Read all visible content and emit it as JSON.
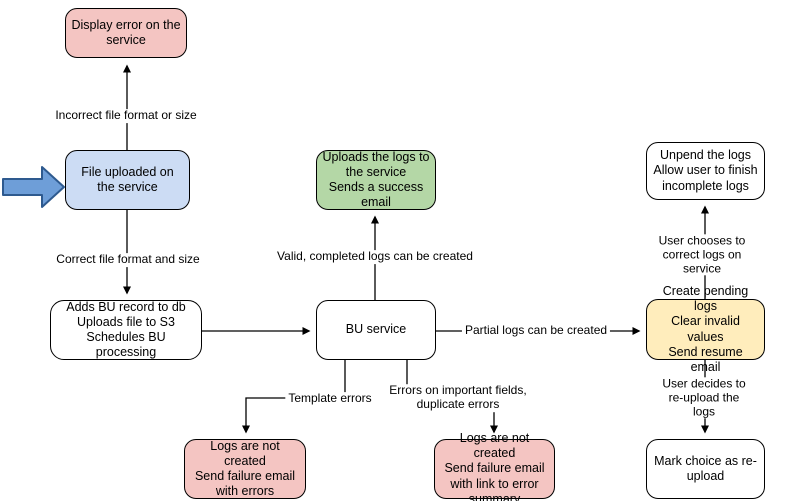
{
  "diagram": {
    "type": "flowchart",
    "background": "#ffffff"
  },
  "colors": {
    "node_pink_fill": "#f4c5c2",
    "node_blue_fill": "#ccdcf4",
    "node_green_fill": "#b4d7a6",
    "node_yellow_fill": "#ffedbc",
    "node_white_fill": "#ffffff",
    "node_border": "#000000",
    "connector_line": "#000000",
    "entry_arrow_fill": "#6e9ed8",
    "entry_arrow_stroke": "#2e5a8f"
  },
  "nodes": {
    "display_error": {
      "text": "Display error on the service",
      "color": "pink"
    },
    "file_uploaded": {
      "text": "File uploaded on the service",
      "color": "blue"
    },
    "adds_bu_record": {
      "text": "Adds BU record to db\nUploads file to S3\nSchedules BU processing",
      "color": "white"
    },
    "uploads_logs": {
      "text": "Uploads the logs to the service\nSends a success email",
      "color": "green"
    },
    "bu_service": {
      "text": "BU service",
      "color": "white"
    },
    "logs_not_created_errors": {
      "text": "Logs are not created\nSend failure email with errors",
      "color": "pink"
    },
    "logs_not_created_summary": {
      "text": "Logs are not created\nSend failure email with link to error summary",
      "color": "pink"
    },
    "create_pending_logs": {
      "text": "Create pending logs\nClear invalid values\nSend resume email",
      "color": "yellow"
    },
    "unpend_logs": {
      "text": "Unpend the logs\nAllow user to finish incomplete logs",
      "color": "white"
    },
    "mark_reupload": {
      "text": "Mark choice as re-upload",
      "color": "white"
    }
  },
  "edge_labels": {
    "incorrect_format": "Incorrect file format or size",
    "correct_format": "Correct file format and size",
    "valid_completed": "Valid, completed logs can be created",
    "partial_logs": "Partial logs can be created",
    "template_errors": "Template errors",
    "errors_important_fields": "Errors on important fields,\nduplicate errors",
    "user_chooses_correct": "User chooses to correct logs on service",
    "user_decides_reupload": "User decides to re-upload the logs"
  },
  "icons": {
    "entry_arrow": "thick-right-block-arrow"
  }
}
